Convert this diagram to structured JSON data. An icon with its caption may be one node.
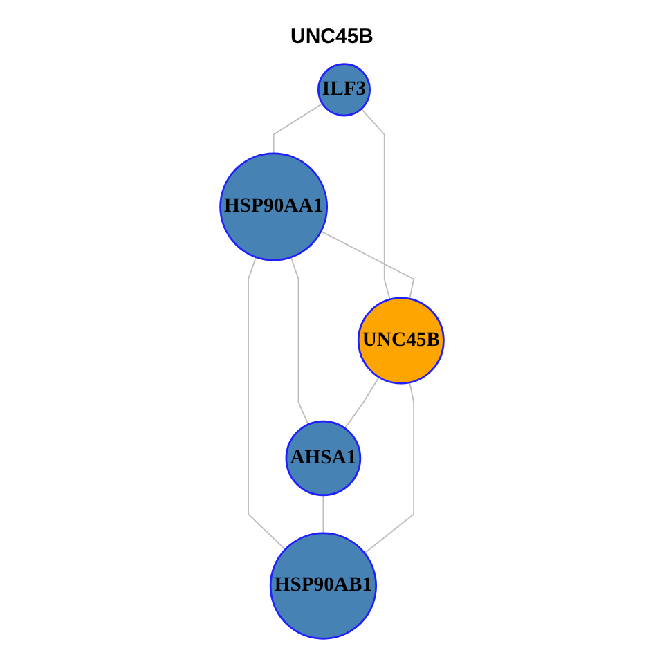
{
  "diagram": {
    "title": "UNC45B",
    "nodes": [
      {
        "text": [
          "ILF3"
        ]
      },
      {
        "text": [
          "HSP90AA1"
        ]
      },
      {
        "text": [
          "UNC45B"
        ]
      },
      {
        "text": [
          "AHSA1"
        ]
      },
      {
        "text": [
          "HSP90AB1"
        ]
      }
    ],
    "edges": [
      {
        "from": 0,
        "to": 1,
        "arrow": "none"
      },
      {
        "from": 0,
        "to": 2,
        "arrow": "none"
      },
      {
        "from": 1,
        "to": 2,
        "arrow": "none"
      },
      {
        "from": 1,
        "to": 3,
        "arrow": "none"
      },
      {
        "from": 1,
        "to": 4,
        "arrow": "none"
      },
      {
        "from": 2,
        "to": 3,
        "arrow": "none"
      },
      {
        "from": 3,
        "to": 4,
        "arrow": "none"
      },
      {
        "from": 2,
        "to": 4,
        "arrow": "none"
      }
    ]
  }
}
